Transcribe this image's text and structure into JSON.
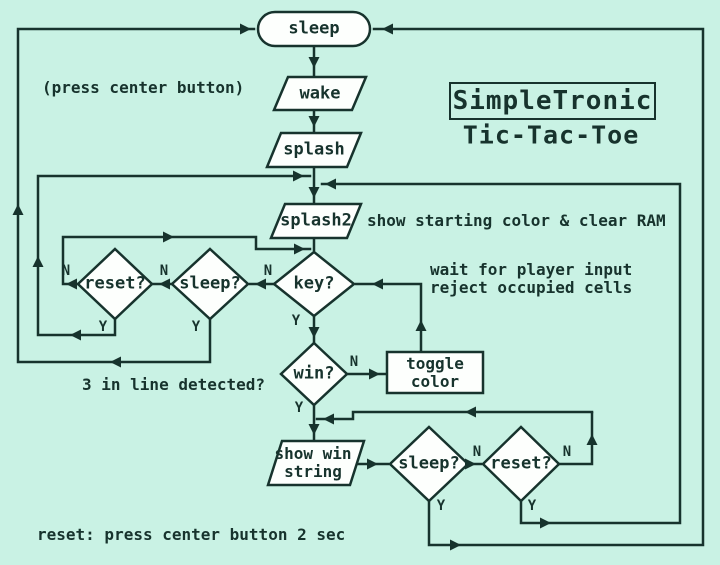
{
  "title": {
    "name": "SimpleTronic",
    "subtitle": "Tic-Tac-Toe"
  },
  "nodes": {
    "sleep": "sleep",
    "wake": "wake",
    "splash": "splash",
    "splash2": "splash2",
    "key": "key?",
    "sleep_check": "sleep?",
    "reset_check": "reset?",
    "win": "win?",
    "toggle_color": "toggle\ncolor",
    "show_win_string": "show win\nstring",
    "sleep_check_end": "sleep?",
    "reset_check_end": "reset?"
  },
  "annotations": {
    "press_center": "(press center button)",
    "splash2_note": "show starting color & clear RAM",
    "wait_note": "wait for player input\nreject occupied cells",
    "three_in_line": "3 in line detected?",
    "reset_note": "reset: press center button 2 sec"
  },
  "edge_labels": [
    "N",
    "Y",
    "N",
    "Y",
    "N",
    "Y",
    "N",
    "Y",
    "N",
    "Y",
    "N",
    "Y"
  ],
  "colors": {
    "background": "#c9f2e4",
    "line": "#17332d",
    "shape_fill": "#fdfffd"
  }
}
